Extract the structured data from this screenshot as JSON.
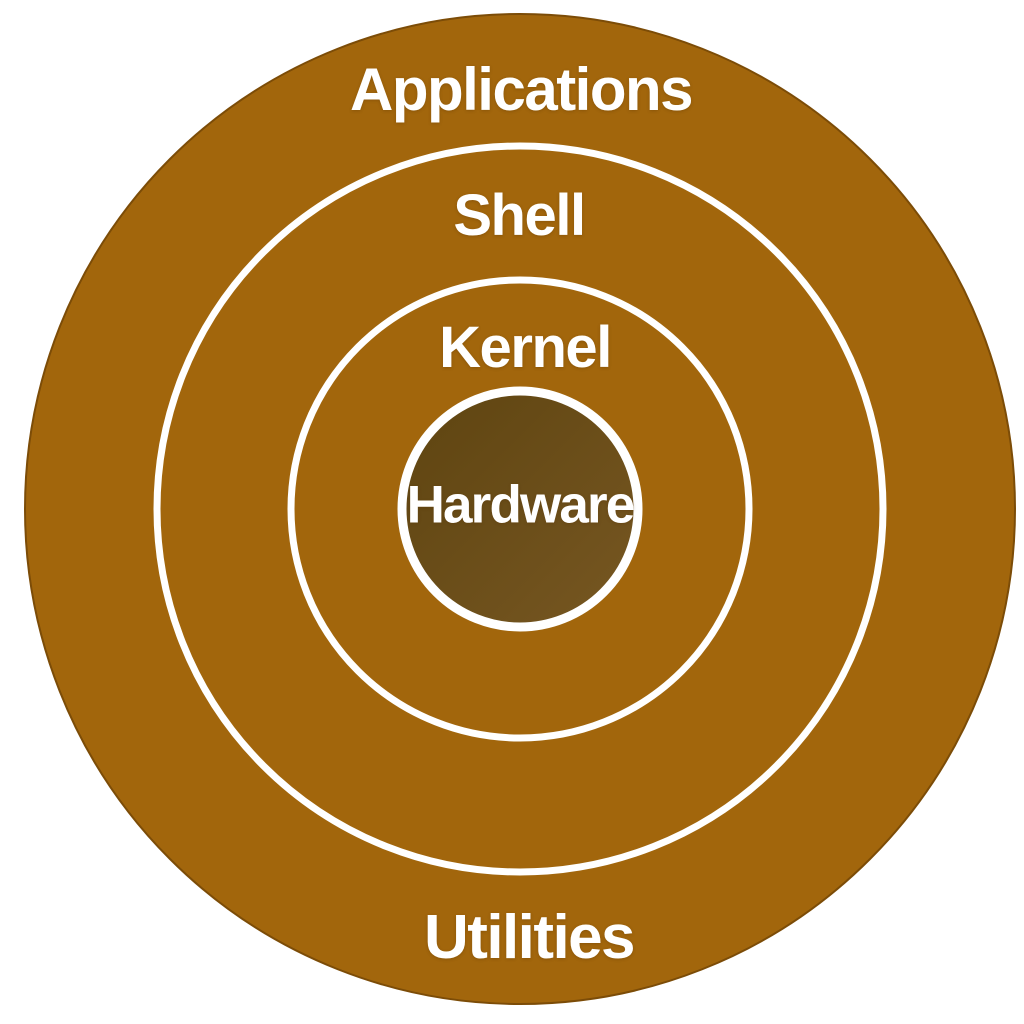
{
  "diagram": {
    "type": "concentric-circles",
    "layers": [
      {
        "label": "Applications",
        "position": "outer-ring-top"
      },
      {
        "label": "Shell",
        "position": "second-ring-top"
      },
      {
        "label": "Kernel",
        "position": "third-ring-top"
      },
      {
        "label": "Hardware",
        "position": "center-core"
      },
      {
        "label": "Utilities",
        "position": "outer-ring-bottom"
      }
    ],
    "colors": {
      "outer_ring_fill": "#a2660c",
      "outer_ring_edge": "#7c4c07",
      "core_fill_dark": "#5e4410",
      "core_fill_light": "#775722",
      "ring_boundary_stroke": "#ffffff",
      "label_text": "#ffffff",
      "page_background": "#ffffff"
    }
  }
}
